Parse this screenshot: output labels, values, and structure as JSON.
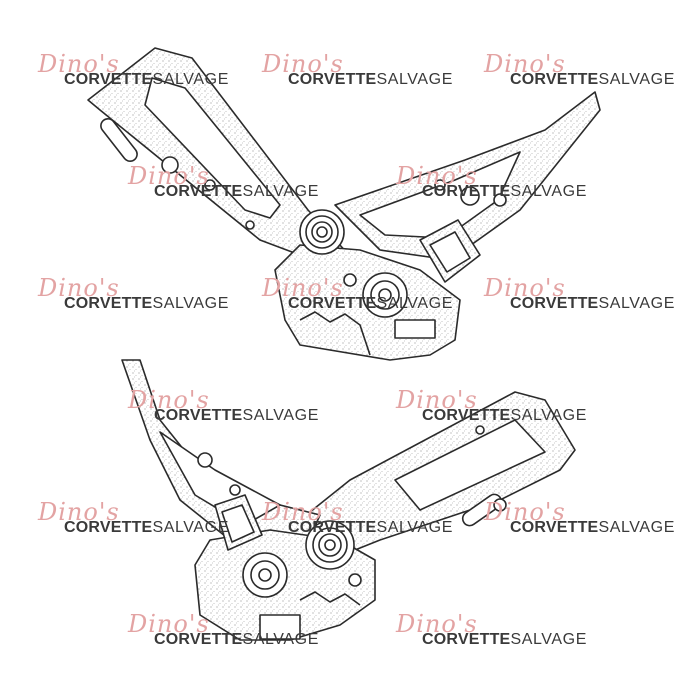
{
  "image": {
    "description_colors": {
      "background": "#ffffff",
      "line": "#2b2b2b",
      "watermark_script": "#e3a3a3",
      "watermark_text": "#3a3a3a"
    }
  },
  "watermark": {
    "script": "Dino's",
    "brand_bold": "CORVETTE",
    "brand_light": "SALVAGE"
  }
}
